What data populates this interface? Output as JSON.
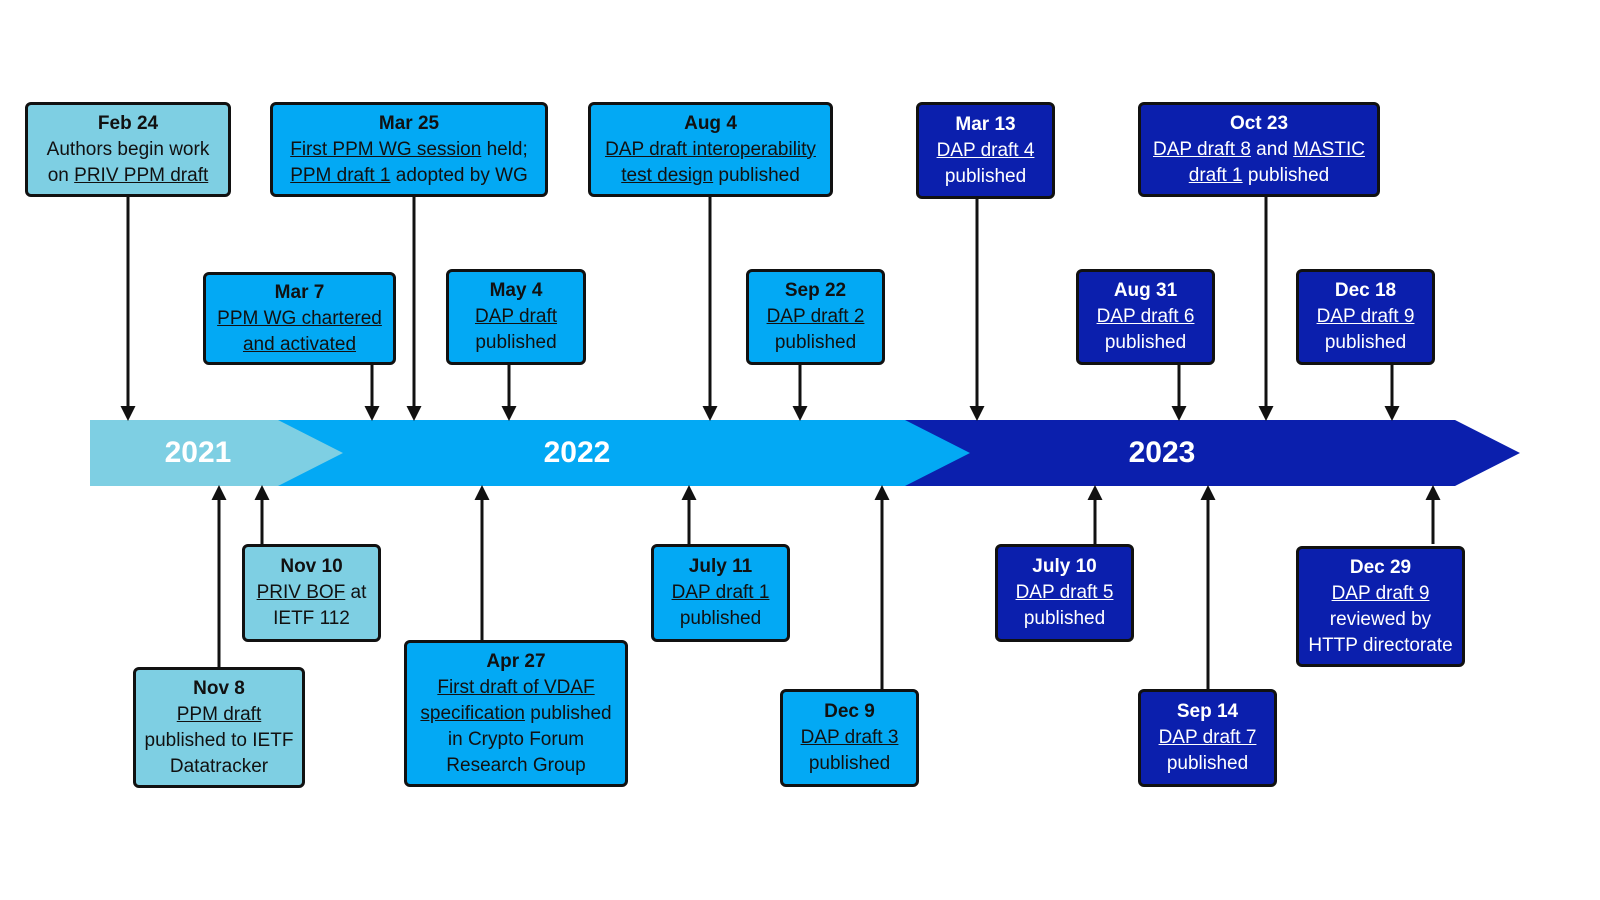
{
  "colors": {
    "y2021": "#7ecfe3",
    "y2022": "#03a9f4",
    "y2023": "#0b1fad",
    "border": "#111111",
    "text_light": "#ffffff",
    "text_dark": "#111111"
  },
  "years": [
    {
      "id": "2021",
      "label": "2021"
    },
    {
      "id": "2022",
      "label": "2022"
    },
    {
      "id": "2023",
      "label": "2023"
    }
  ],
  "events": [
    {
      "id": "feb24",
      "date": "Feb 24",
      "year": "2021",
      "parts": [
        {
          "text": "Authors begin work on "
        },
        {
          "text": "PRIV PPM draft",
          "link": true
        }
      ]
    },
    {
      "id": "nov8",
      "date": "Nov 8",
      "year": "2021",
      "parts": [
        {
          "text": "PPM draft",
          "link": true
        },
        {
          "text": " published to IETF Datatracker"
        }
      ]
    },
    {
      "id": "nov10",
      "date": "Nov 10",
      "year": "2021",
      "parts": [
        {
          "text": "PRIV BOF",
          "link": true
        },
        {
          "text": " at IETF 112"
        }
      ]
    },
    {
      "id": "mar7",
      "date": "Mar 7",
      "year": "2022",
      "parts": [
        {
          "text": "PPM WG chartered and activated",
          "link": true
        }
      ]
    },
    {
      "id": "mar25",
      "date": "Mar 25",
      "year": "2022",
      "parts": [
        {
          "text": "First PPM WG session",
          "link": true
        },
        {
          "text": " held; "
        },
        {
          "text": "PPM draft 1",
          "link": true
        },
        {
          "text": " adopted by WG"
        }
      ]
    },
    {
      "id": "apr27",
      "date": "Apr 27",
      "year": "2022",
      "parts": [
        {
          "text": "First draft of VDAF specification",
          "link": true
        },
        {
          "text": " published in Crypto Forum Research Group"
        }
      ]
    },
    {
      "id": "may4",
      "date": "May 4",
      "year": "2022",
      "parts": [
        {
          "text": "DAP draft",
          "link": true
        },
        {
          "text": " published"
        }
      ]
    },
    {
      "id": "jul11",
      "date": "July 11",
      "year": "2022",
      "parts": [
        {
          "text": "DAP draft 1",
          "link": true
        },
        {
          "text": " published"
        }
      ]
    },
    {
      "id": "aug4",
      "date": "Aug 4",
      "year": "2022",
      "parts": [
        {
          "text": "DAP draft interoperability test design",
          "link": true
        },
        {
          "text": " published"
        }
      ]
    },
    {
      "id": "sep22",
      "date": "Sep 22",
      "year": "2022",
      "parts": [
        {
          "text": "DAP draft 2",
          "link": true
        },
        {
          "text": " published"
        }
      ]
    },
    {
      "id": "dec9",
      "date": "Dec 9",
      "year": "2022",
      "parts": [
        {
          "text": "DAP draft 3",
          "link": true
        },
        {
          "text": " published"
        }
      ]
    },
    {
      "id": "mar13",
      "date": "Mar 13",
      "year": "2023",
      "parts": [
        {
          "text": "DAP draft 4",
          "link": true
        },
        {
          "text": " published"
        }
      ]
    },
    {
      "id": "jul10",
      "date": "July 10",
      "year": "2023",
      "parts": [
        {
          "text": "DAP draft 5",
          "link": true
        },
        {
          "text": " published"
        }
      ]
    },
    {
      "id": "aug31",
      "date": "Aug 31",
      "year": "2023",
      "parts": [
        {
          "text": "DAP draft 6",
          "link": true
        },
        {
          "text": " published"
        }
      ]
    },
    {
      "id": "sep14",
      "date": "Sep 14",
      "year": "2023",
      "parts": [
        {
          "text": "DAP draft 7",
          "link": true
        },
        {
          "text": " published"
        }
      ]
    },
    {
      "id": "oct23",
      "date": "Oct 23",
      "year": "2023",
      "parts": [
        {
          "text": "DAP draft 8",
          "link": true
        },
        {
          "text": " and "
        },
        {
          "text": "MASTIC draft 1",
          "link": true
        },
        {
          "text": " published"
        }
      ]
    },
    {
      "id": "dec18",
      "date": "Dec 18",
      "year": "2023",
      "parts": [
        {
          "text": "DAP draft 9",
          "link": true
        },
        {
          "text": " published"
        }
      ]
    },
    {
      "id": "dec29",
      "date": "Dec 29",
      "year": "2023",
      "parts": [
        {
          "text": "DAP draft 9",
          "link": true
        },
        {
          "text": " reviewed by HTTP directorate"
        }
      ]
    }
  ]
}
